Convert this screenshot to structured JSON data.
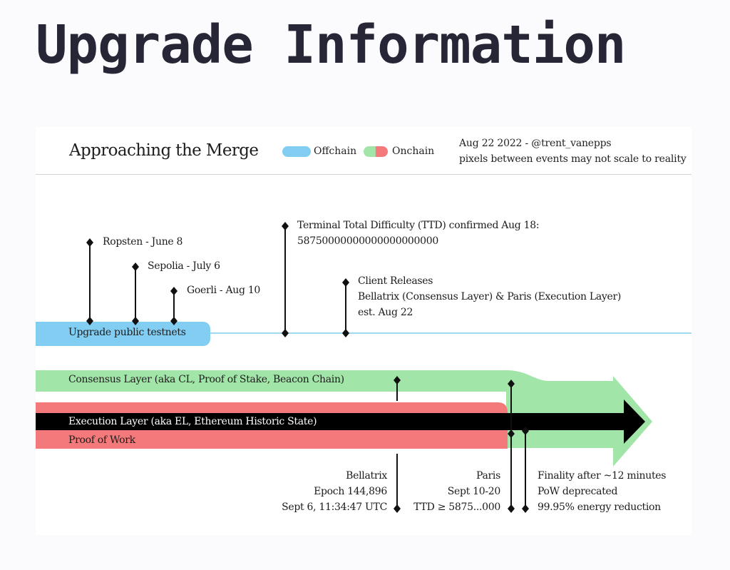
{
  "page": {
    "title": "Upgrade Information"
  },
  "card": {
    "title": "Approaching the Merge",
    "legend": [
      {
        "label": "Offchain",
        "color": "#82cdf2"
      },
      {
        "label": "Onchain",
        "colors": [
          "#a2e5a8",
          "#f3797a"
        ]
      }
    ],
    "note_lines": [
      "Aug 22 2022 - @trent_vanepps",
      "pixels between events may not scale to reality"
    ]
  },
  "testnets": [
    {
      "label": "Ropsten - June 8"
    },
    {
      "label": "Sepolia - July 6"
    },
    {
      "label": "Goerli - Aug 10"
    }
  ],
  "ttd": {
    "lines": [
      "Terminal Total Difficulty (TTD) confirmed Aug 18:",
      "58750000000000000000000"
    ]
  },
  "client_releases": {
    "lines": [
      "Client Releases",
      "Bellatrix (Consensus Layer) & Paris (Execution Layer)",
      "est. Aug 22"
    ]
  },
  "bands": {
    "testnets": "Upgrade public testnets",
    "consensus": "Consensus Layer (aka CL, Proof of Stake, Beacon Chain)",
    "execution": "Execution Layer (aka EL, Ethereum Historic State)",
    "pow": "Proof of Work"
  },
  "events": {
    "bellatrix": {
      "lines": [
        "Bellatrix",
        "Epoch 144,896",
        "Sept 6, 11:34:47 UTC"
      ]
    },
    "paris": {
      "lines": [
        "Paris",
        "Sept 10-20",
        "TTD ≥ 5875...000"
      ]
    },
    "finality": {
      "lines": [
        "Finality after ~12 minutes",
        "PoW deprecated",
        "99.95% energy reduction"
      ]
    }
  },
  "colors": {
    "offchain": "#82cdf2",
    "consensus": "#a2e5a8",
    "pow": "#f3797a",
    "execution": "#000000",
    "timeline": "#9fd8ef"
  }
}
